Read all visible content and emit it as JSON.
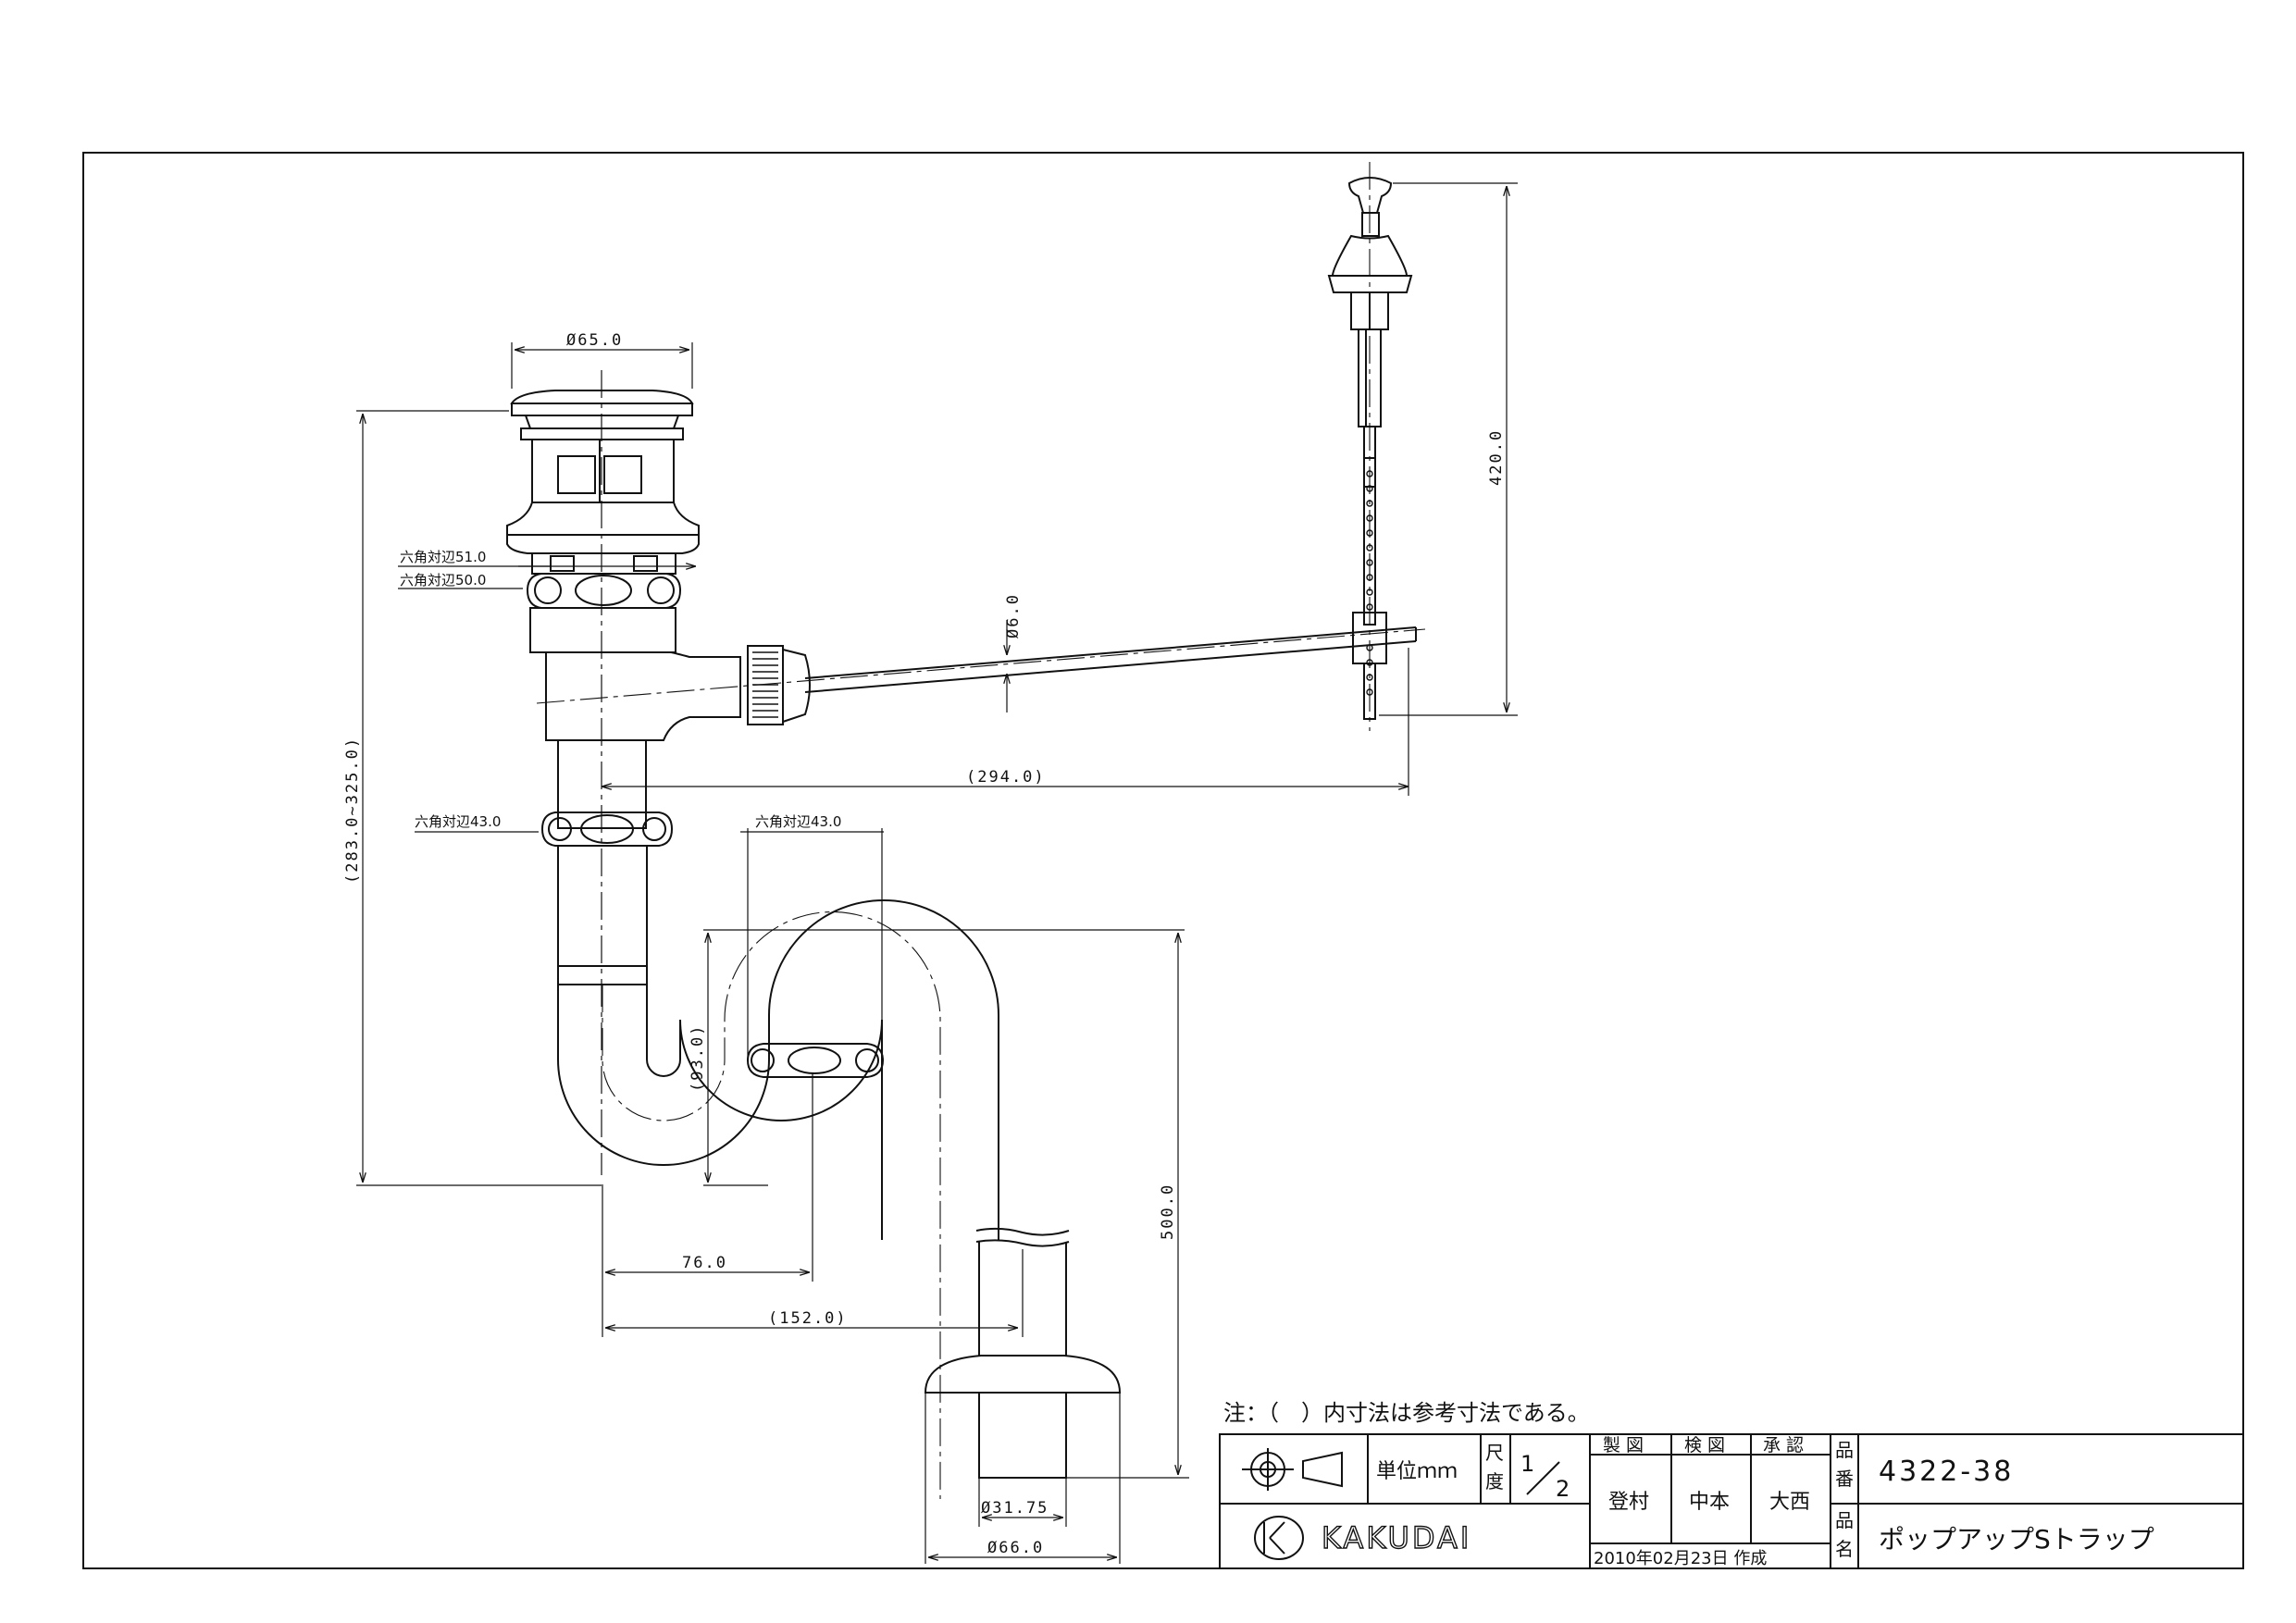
{
  "drawing": {
    "note": "注：（　）内寸法は参考寸法である。",
    "dimensions": {
      "cap_dia": "Ø65.0",
      "hex_51": "六角対辺51.0",
      "hex_50": "六角対辺50.0",
      "hex_43_left": "六角対辺43.0",
      "hex_43_right": "六角対辺43.0",
      "rod_dia": "Ø6.0",
      "rod_length": "(294.0)",
      "total_height": "(283.0~325.0)",
      "lift_rod": "420.0",
      "trap_depth": "(93.0)",
      "trap_offset": "76.0",
      "trap_width": "(152.0)",
      "pipe_length": "500.0",
      "pipe_dia": "Ø31.75",
      "flange_dia": "Ø66.0"
    }
  },
  "title_block": {
    "unit_label": "単位ｍｍ",
    "scale_label_top": "尺",
    "scale_label_bottom": "度",
    "scale_num": "1",
    "scale_den": "2",
    "made_label": "製 図",
    "checked_label": "検 図",
    "approved_label": "承 認",
    "made_by": "登村",
    "checked_by": "中本",
    "approved_by": "大西",
    "part_no_label_top": "品",
    "part_no_label_bottom": "番",
    "part_no": "4322-38",
    "part_name_label_top": "品",
    "part_name_label_bottom": "名",
    "part_name": "ポップアップSトラップ",
    "brand": "KAKUDAI",
    "date": "2010年02月23日 作成"
  }
}
